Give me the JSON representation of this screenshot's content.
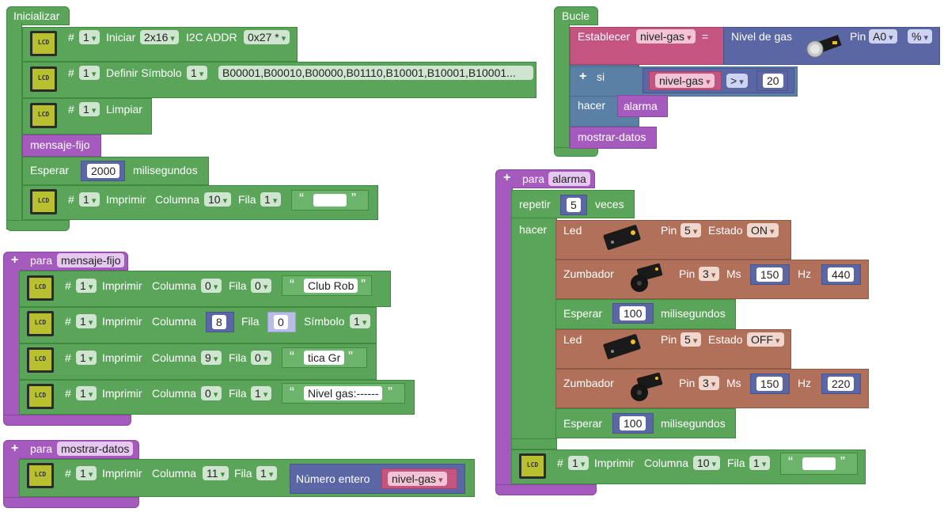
{
  "init": {
    "title": "Inicializar",
    "lcd_label": "LCD",
    "b1": {
      "hash": "#",
      "num": "1",
      "text": "Iniciar",
      "size": "2x16",
      "i2c": "I2C ADDR",
      "addr": "0x27 *"
    },
    "b2": {
      "hash": "#",
      "num": "1",
      "text": "Definir Símbolo",
      "sym": "1",
      "value": "B00001,B00010,B00000,B01110,B10001,B10001,B10001..."
    },
    "b3": {
      "hash": "#",
      "num": "1",
      "text": "Limpiar"
    },
    "call": "mensaje-fijo",
    "wait": {
      "label": "Esperar",
      "value": "2000",
      "unit": "milisegundos"
    },
    "b4": {
      "hash": "#",
      "num": "1",
      "text": "Imprimir",
      "col": "Columna",
      "col_v": "10",
      "row": "Fila",
      "row_v": "1",
      "q1": "“",
      "q2": "”"
    }
  },
  "loop": {
    "title": "Bucle",
    "set": {
      "label": "Establecer",
      "var": "nivel-gas",
      "eq": "=",
      "sensor": "Nivel de gas",
      "pin": "Pin",
      "pin_v": "A0",
      "unit": "%"
    },
    "if": {
      "plus": "+",
      "si": "si",
      "var": "nivel-gas",
      "op": ">",
      "value": "20",
      "hacer": "hacer",
      "call": "alarma"
    },
    "call": "mostrar-datos"
  },
  "fn_mensaje": {
    "plus": "+",
    "para": "para",
    "name": "mensaje-fijo",
    "rows": [
      {
        "hash": "#",
        "num": "1",
        "text": "Imprimir",
        "col": "Columna",
        "col_v": "0",
        "row": "Fila",
        "row_v": "0",
        "str": "Club Rob"
      },
      {
        "hash": "#",
        "num": "1",
        "text": "Imprimir",
        "col": "Columna",
        "col_v": "8",
        "row": "Fila",
        "row_v": "0",
        "sym": "Símbolo",
        "sym_v": "1"
      },
      {
        "hash": "#",
        "num": "1",
        "text": "Imprimir",
        "col": "Columna",
        "col_v": "9",
        "row": "Fila",
        "row_v": "0",
        "str": "tica Gr"
      },
      {
        "hash": "#",
        "num": "1",
        "text": "Imprimir",
        "col": "Columna",
        "col_v": "0",
        "row": "Fila",
        "row_v": "1",
        "str": "Nivel gas:------"
      }
    ]
  },
  "fn_mostrar": {
    "plus": "+",
    "para": "para",
    "name": "mostrar-datos",
    "row": {
      "hash": "#",
      "num": "1",
      "text": "Imprimir",
      "col": "Columna",
      "col_v": "11",
      "row": "Fila",
      "row_v": "1",
      "cast": "Número entero",
      "var": "nivel-gas"
    }
  },
  "fn_alarma": {
    "plus": "+",
    "para": "para",
    "name": "alarma",
    "repetir": "repetir",
    "times": "5",
    "veces": "veces",
    "hacer": "hacer",
    "led1": {
      "label": "Led",
      "pin": "Pin",
      "pin_v": "5",
      "estado": "Estado",
      "estado_v": "ON"
    },
    "buz1": {
      "label": "Zumbador",
      "pin": "Pin",
      "pin_v": "3",
      "ms": "Ms",
      "ms_v": "150",
      "hz": "Hz",
      "hz_v": "440"
    },
    "wait1": {
      "label": "Esperar",
      "value": "100",
      "unit": "milisegundos"
    },
    "led2": {
      "label": "Led",
      "pin": "Pin",
      "pin_v": "5",
      "estado": "Estado",
      "estado_v": "OFF"
    },
    "buz2": {
      "label": "Zumbador",
      "pin": "Pin",
      "pin_v": "3",
      "ms": "Ms",
      "ms_v": "150",
      "hz": "Hz",
      "hz_v": "220"
    },
    "wait2": {
      "label": "Esperar",
      "value": "100",
      "unit": "milisegundos"
    },
    "print": {
      "hash": "#",
      "num": "1",
      "text": "Imprimir",
      "col": "Columna",
      "col_v": "10",
      "row": "Fila",
      "row_v": "1"
    }
  },
  "colors": {
    "green": "#5ba55b",
    "purple": "#a55bbd",
    "blue": "#5b80a5",
    "pink": "#c45480",
    "indigo": "#5b67a5",
    "brown": "#b0705a"
  }
}
